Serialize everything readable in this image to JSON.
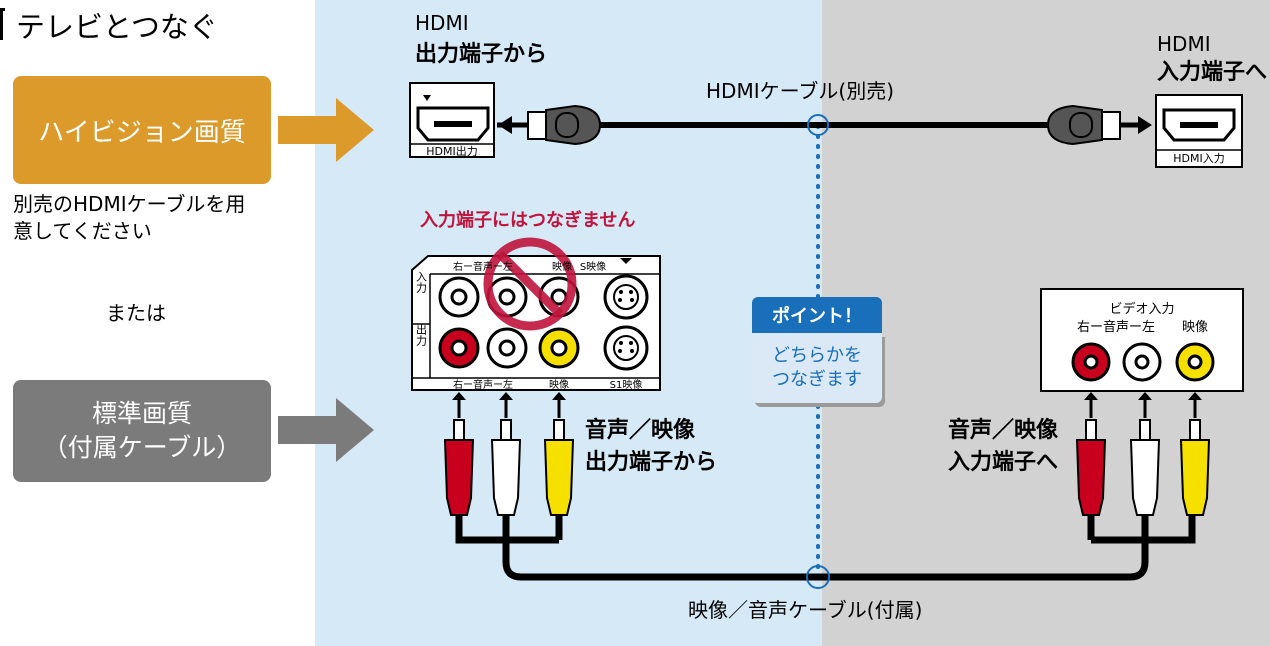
{
  "title": "テレビとつなぐ",
  "left": {
    "hd_button": "ハイビジョン画質",
    "hd_note_line1": "別売のHDMIケーブルを用",
    "hd_note_line2": "意してください",
    "or_text": "または",
    "sd_button_line1": "標準画質",
    "sd_button_line2": "（付属ケーブル）"
  },
  "recorder": {
    "hdmi_heading_line1": "HDMI",
    "hdmi_heading_line2": "出力端子から",
    "hdmi_port_label": "HDMI出力",
    "warning": "入力端子にはつなぎません",
    "panel_top_labels": {
      "right_audio": "右ー音声ー左",
      "video": "映像",
      "s_video": "S映像"
    },
    "panel_bottom_labels": {
      "right_audio": "右ー音声ー左",
      "video": "映像",
      "s1_video": "S1映像"
    },
    "row_input": "入力",
    "row_output": "出力",
    "av_heading_line1": "音声／映像",
    "av_heading_line2": "出力端子から"
  },
  "hdmi_cable_label": "HDMIケーブル(別売)",
  "av_cable_label": "映像／音声ケーブル(付属)",
  "point": {
    "heading": "ポイント！",
    "body_line1": "どちらかを",
    "body_line2": "つなぎます"
  },
  "tv": {
    "hdmi_heading_line1": "HDMI",
    "hdmi_heading_line2": "入力端子へ",
    "hdmi_port_label": "HDMI入力",
    "video_in_title": "ビデオ入力",
    "video_in_audio": "右ー音声ー左",
    "video_in_video": "映像",
    "av_heading_line1": "音声／映像",
    "av_heading_line2": "入力端子へ"
  },
  "colors": {
    "recorder_bg": "#d6e9f7",
    "tv_bg": "#d2d2d2",
    "hd_accent": "#dc9a2a",
    "sd_accent": "#7b7b7b",
    "point_blue": "#1a6fba",
    "warning_red": "#c0143c",
    "plug_red": "#c8001e",
    "plug_yellow": "#f5e000"
  }
}
